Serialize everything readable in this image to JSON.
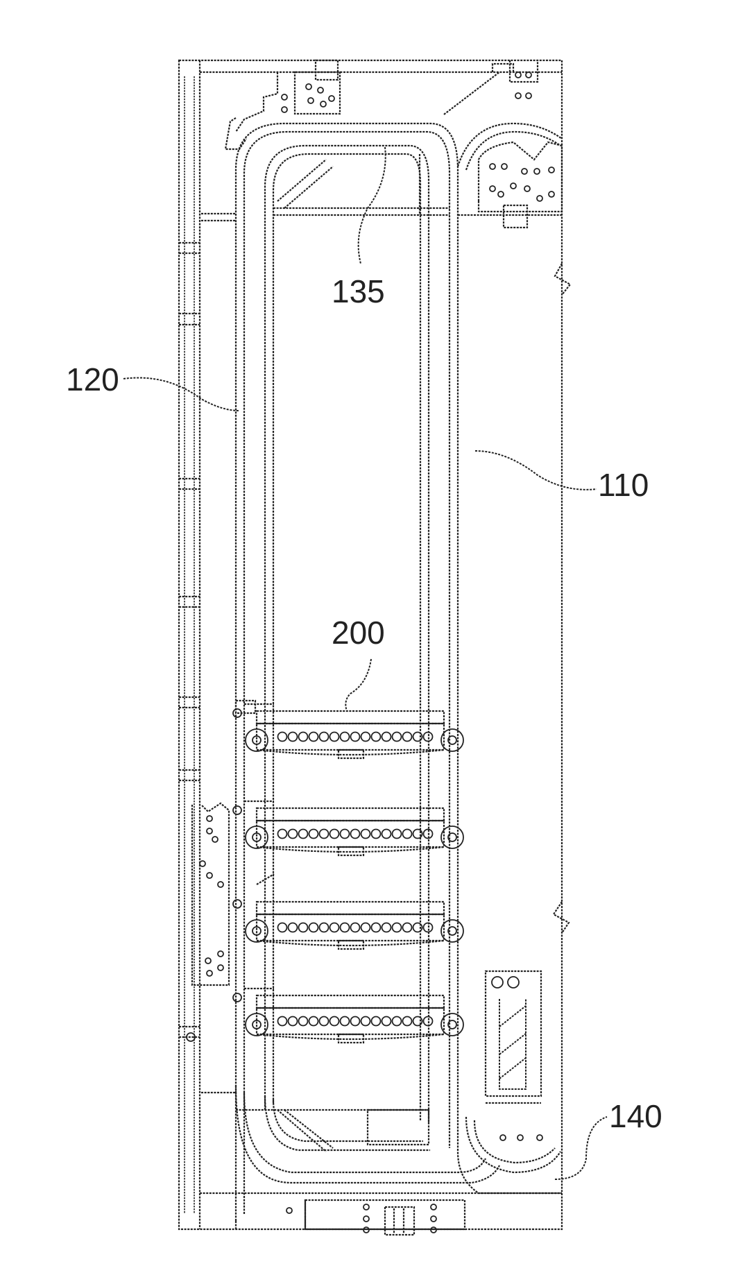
{
  "figure": {
    "reference_numerals": {
      "rail_inner": "135",
      "rail_left": "120",
      "rail_right": "110",
      "carriage": "200",
      "rail_bottom": "140"
    },
    "carriages_count": 4
  }
}
